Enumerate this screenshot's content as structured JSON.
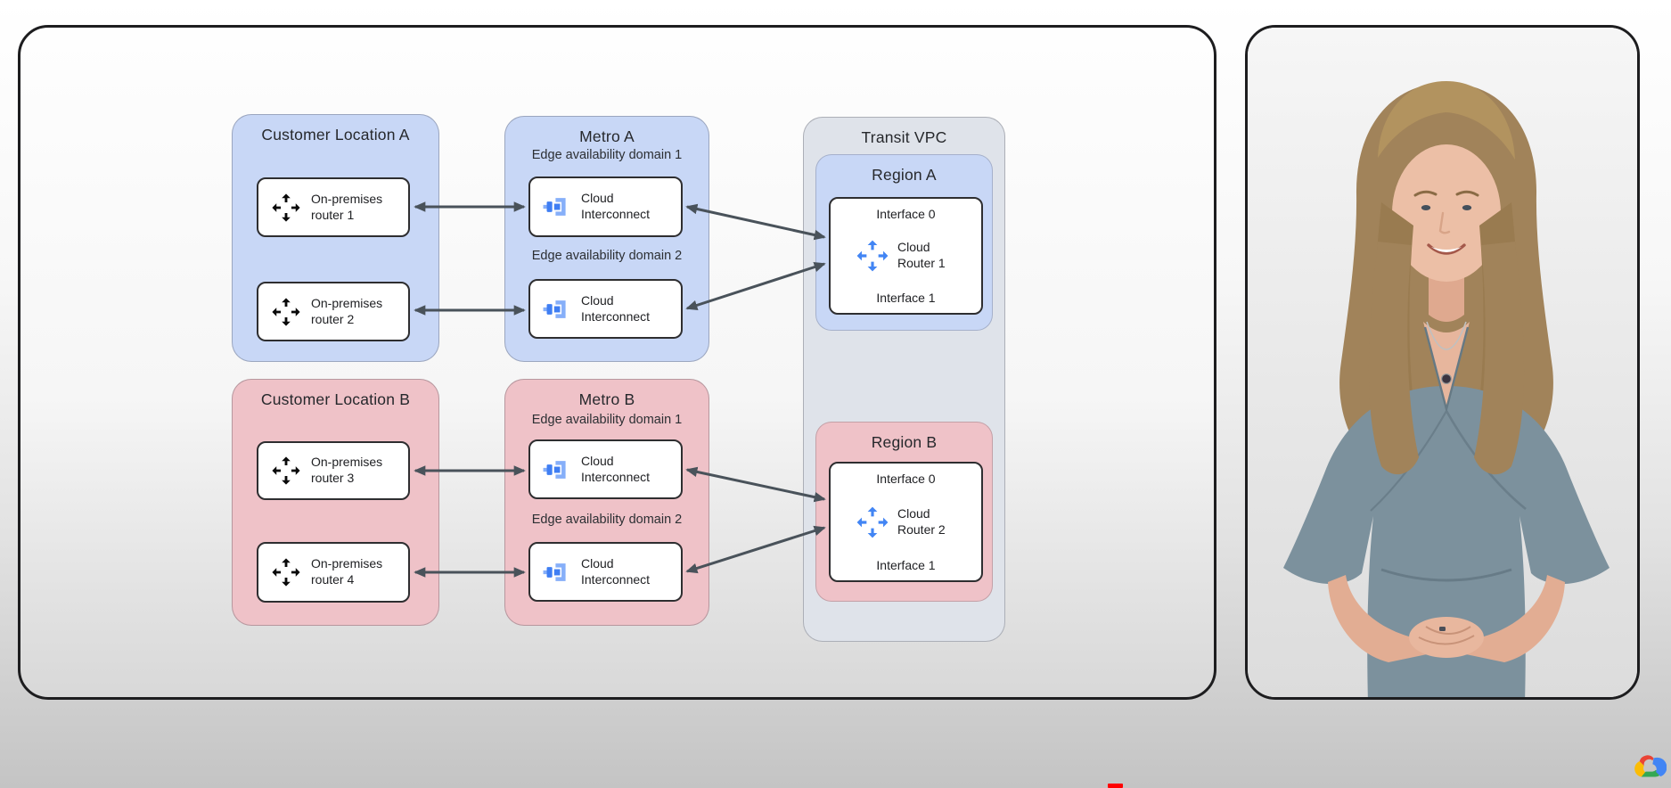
{
  "diagram": {
    "customer_location_a": {
      "title": "Customer Location A",
      "router1": "On-premises router 1",
      "router2": "On-premises router 2"
    },
    "metro_a": {
      "title": "Metro A",
      "domain1": "Edge availability domain 1",
      "domain2": "Edge availability domain 2",
      "interconnect1": "Cloud Interconnect",
      "interconnect2": "Cloud Interconnect"
    },
    "transit_vpc": {
      "title": "Transit VPC"
    },
    "region_a": {
      "title": "Region A",
      "interface0": "Interface 0",
      "router": "Cloud Router 1",
      "interface1": "Interface 1"
    },
    "region_b": {
      "title": "Region B",
      "interface0": "Interface 0",
      "router": "Cloud Router 2",
      "interface1": "Interface 1"
    },
    "customer_location_b": {
      "title": "Customer Location B",
      "router1": "On-premises router 3",
      "router2": "On-premises router 4"
    },
    "metro_b": {
      "title": "Metro B",
      "domain1": "Edge availability domain 1",
      "domain2": "Edge availability domain 2",
      "interconnect1": "Cloud Interconnect",
      "interconnect2": "Cloud Interconnect"
    },
    "icons": {
      "on_premises_router": "router-arrows-icon-black",
      "cloud_router": "router-arrows-icon-blue",
      "cloud_interconnect": "interconnect-plug-icon",
      "logo": "google-cloud-logo"
    },
    "colors": {
      "location_blue": "#c8d7f6",
      "location_pink": "#efc2c8",
      "transit_vpc_gray": "#dfe3ea",
      "node_border": "#2e2e30",
      "arrow": "#49525a",
      "google_blue": "#4285f4",
      "google_blue_light": "#86aff9",
      "google_red": "#ea4335",
      "google_yellow": "#fbbc05",
      "google_green": "#34a853",
      "playhead_red": "#ff0000"
    }
  }
}
